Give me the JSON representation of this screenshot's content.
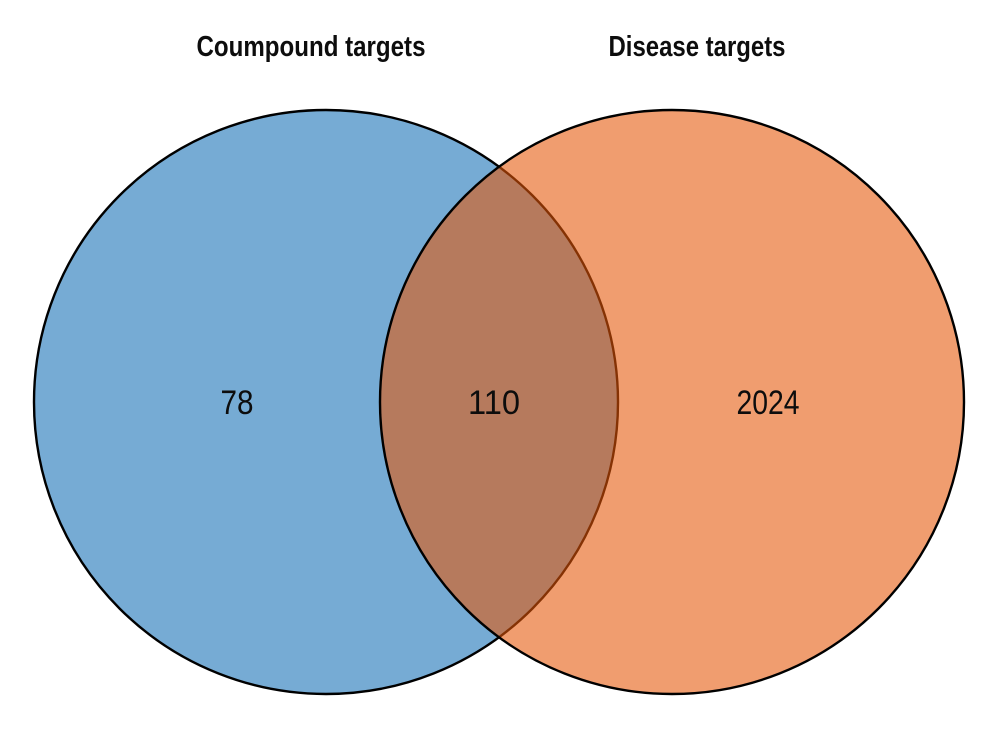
{
  "figure": {
    "left_set": {
      "title": "Coumpound targets",
      "unique_count": "78"
    },
    "right_set": {
      "title": "Disease targets",
      "unique_count": "2024"
    },
    "intersection": {
      "count": "110"
    }
  },
  "colors": {
    "compound_fill": "#76ABD4",
    "disease_fill_base": "#E55707",
    "disease_fill_displayed": "#F0996E",
    "overlap_displayed": "#B77A5C",
    "circle_stroke": "#000000",
    "text_color": "#0D0D0D",
    "background": "#FFFFFF"
  },
  "chart_data": {
    "type": "venn",
    "sets": [
      {
        "label": "Coumpound targets",
        "unique_size": 78,
        "color": "#76ABD4"
      },
      {
        "label": "Disease targets",
        "unique_size": 2024,
        "color": "#F0996E"
      }
    ],
    "intersection_size": 110,
    "title": "",
    "legend_position": "none"
  }
}
